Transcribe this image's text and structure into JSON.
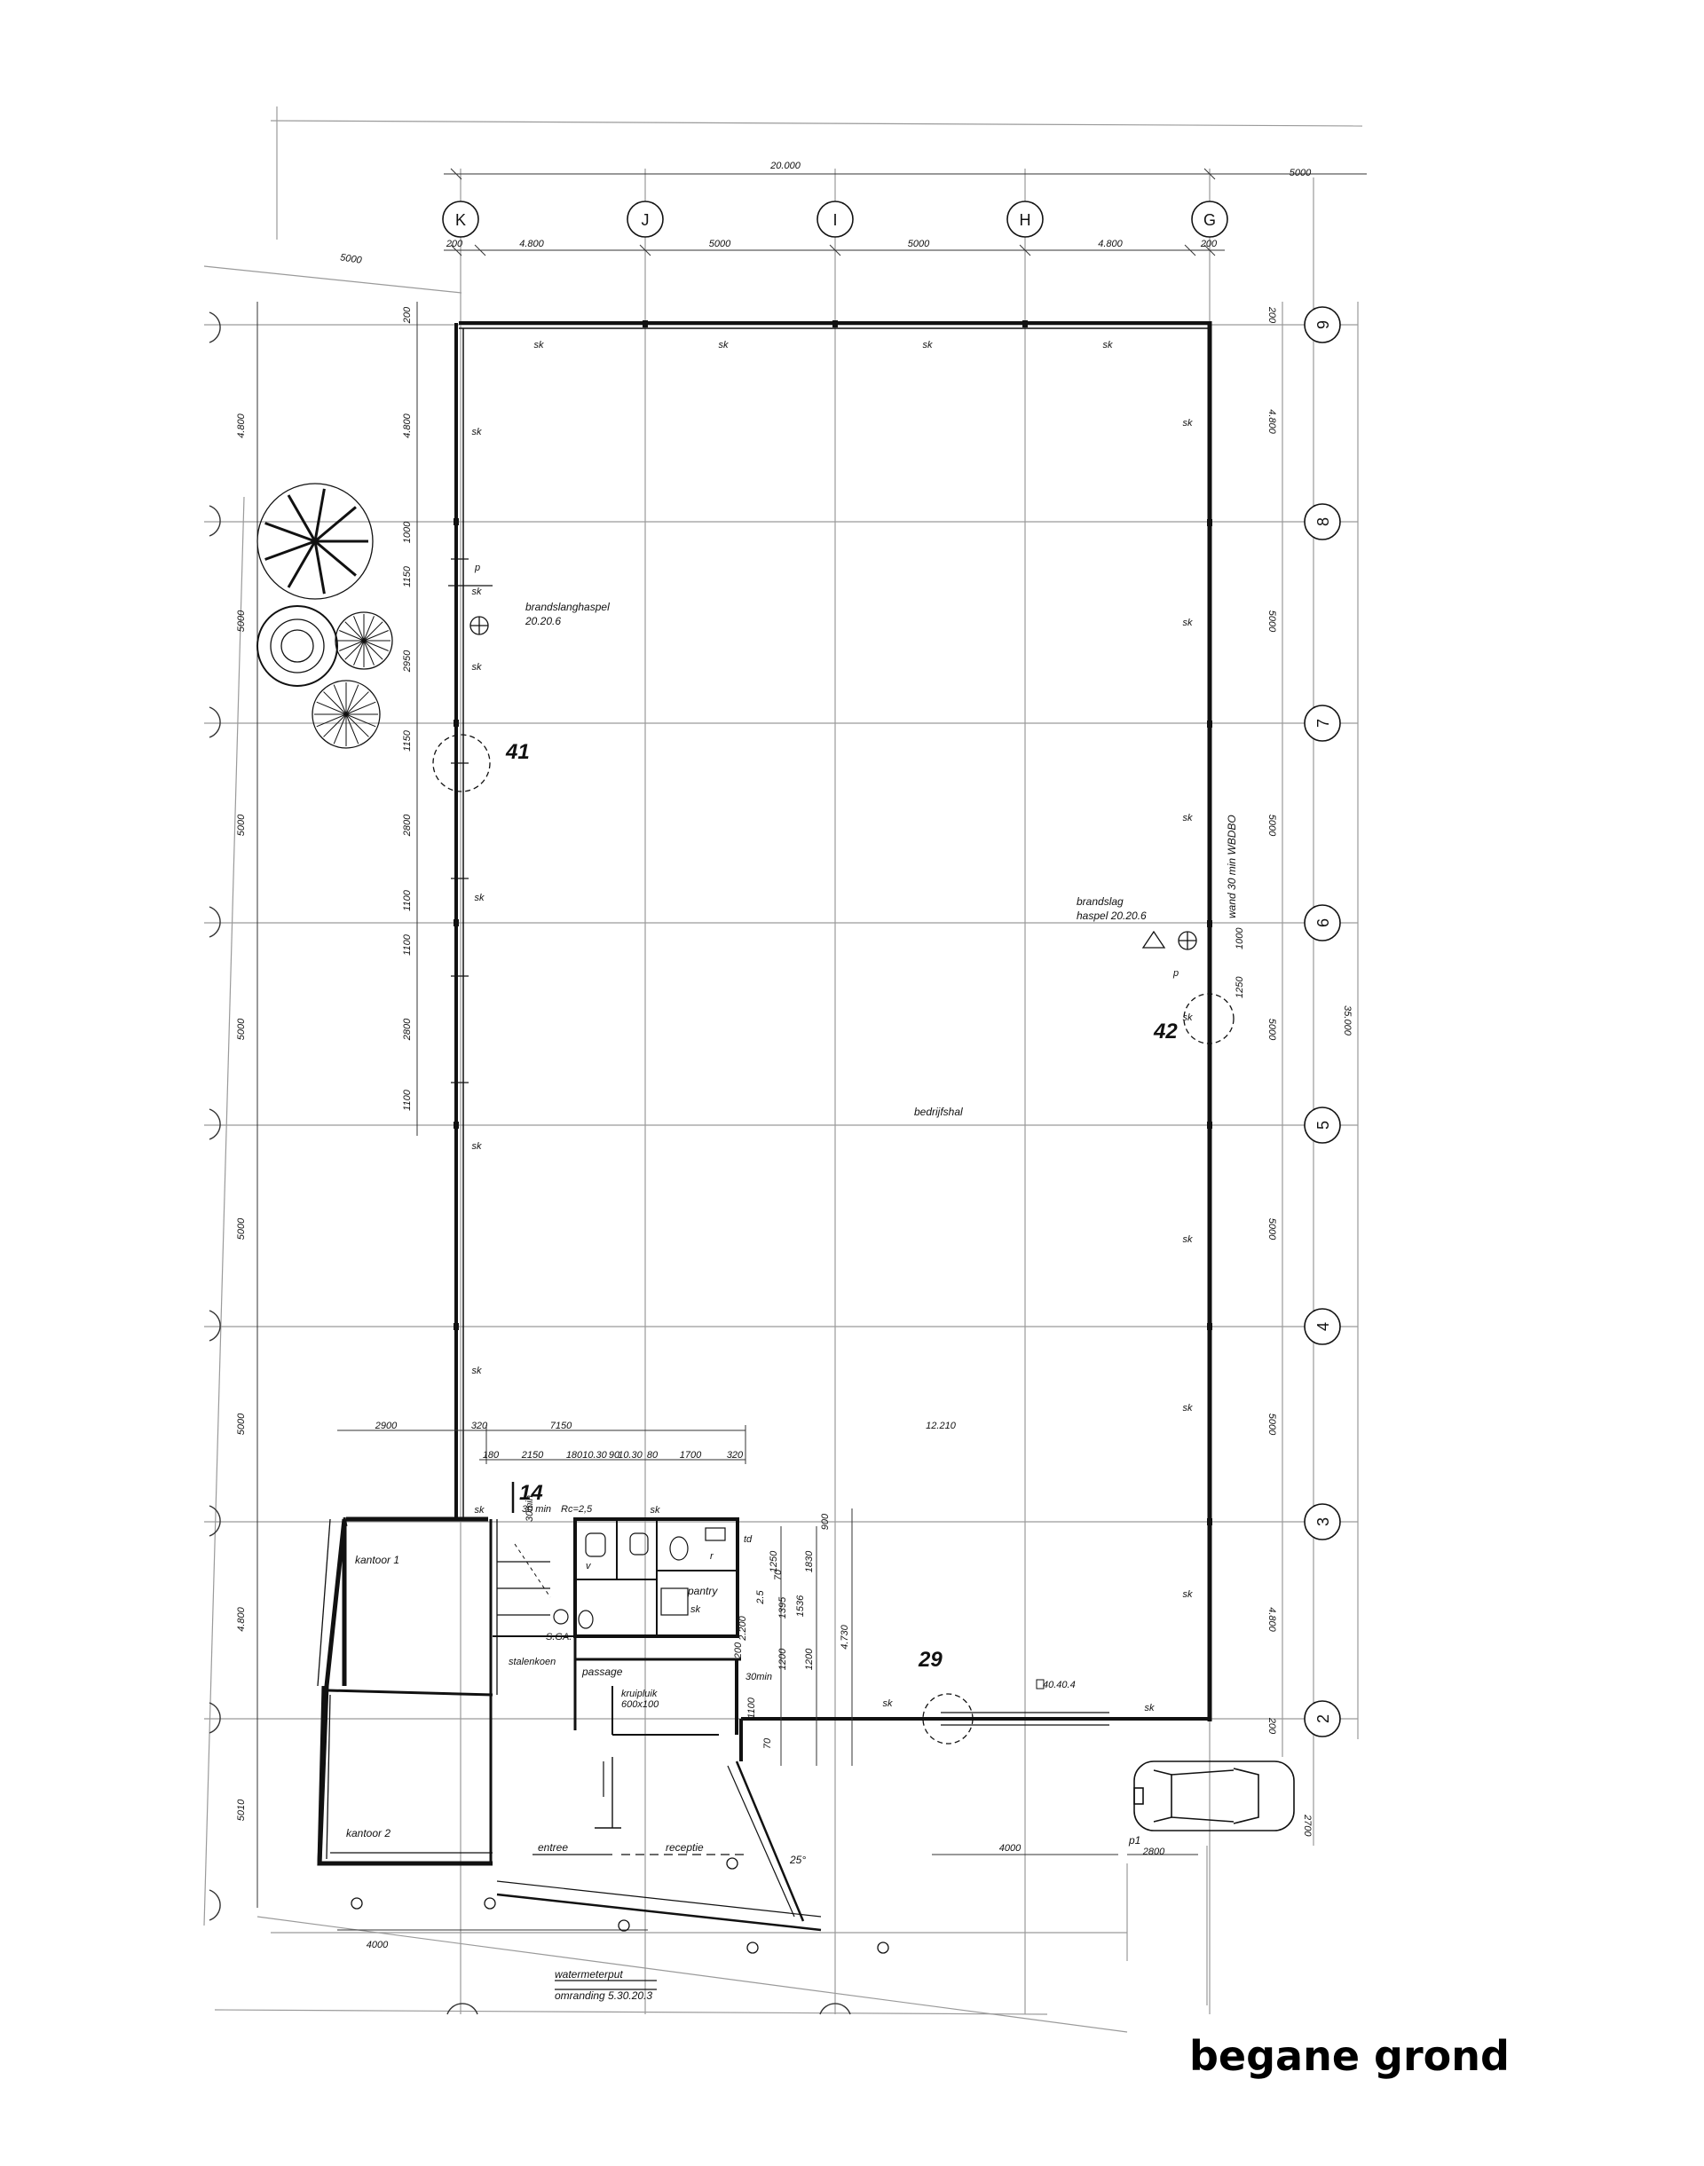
{
  "caption": "begane grond",
  "colors": {
    "ink": "#111111",
    "grid": "#9a9a9a",
    "paper": "#ffffff"
  },
  "axes_columns": [
    {
      "id": "col-K",
      "label": "K"
    },
    {
      "id": "col-J",
      "label": "J"
    },
    {
      "id": "col-I",
      "label": "I"
    },
    {
      "id": "col-H",
      "label": "H"
    },
    {
      "id": "col-G",
      "label": "G"
    }
  ],
  "axes_rows": [
    {
      "id": "row-9",
      "label": "9"
    },
    {
      "id": "row-8",
      "label": "8"
    },
    {
      "id": "row-7",
      "label": "7"
    },
    {
      "id": "row-6",
      "label": "6"
    },
    {
      "id": "row-5",
      "label": "5"
    },
    {
      "id": "row-4",
      "label": "4"
    },
    {
      "id": "row-3",
      "label": "3"
    },
    {
      "id": "row-2",
      "label": "2"
    }
  ],
  "dimensions_top": {
    "total": "20.000",
    "side": "5000",
    "left_offset": "5000",
    "segments": [
      "200",
      "4.800",
      "5000",
      "5000",
      "4.800",
      "200"
    ]
  },
  "dimensions_left": [
    "200",
    "4.800",
    "1000",
    "1150",
    "2950",
    "1150",
    "2800",
    "1100",
    "1100",
    "2800",
    "1100"
  ],
  "dimensions_left_outer": [
    "4.800",
    "5000",
    "5000",
    "5000",
    "5000",
    "5000",
    "4.800",
    "5010"
  ],
  "dimensions_right": [
    "200",
    "4.800",
    "5000",
    "5000",
    "5000",
    "5000",
    "5000",
    "4.800",
    "200"
  ],
  "dimension_right_total": "35.000",
  "dimensions_office": [
    "2900",
    "320",
    "7150",
    "12.210"
  ],
  "dimensions_office_detail": [
    "180",
    "2150",
    "180",
    "10.30",
    "90",
    "10.30",
    "80",
    "1700",
    "320"
  ],
  "dimensions_bottom": [
    "4000",
    "4000",
    "2800"
  ],
  "marks": {
    "m41": "41",
    "m42": "42",
    "m14": "14",
    "m29": "29"
  },
  "labels": {
    "hall": "bedrijfshal",
    "hose_left": "brandslanghaspel",
    "hose_left_code": "20.20.6",
    "hose_right": "brandslag",
    "hose_right_code": "haspel 20.20.6",
    "wall_right": "wand 30 min WBDBO",
    "kantoor1": "kantoor 1",
    "kantoor2": "kantoor 2",
    "pantry": "pantry",
    "passage": "passage",
    "entree": "entree",
    "receptie": "receptie",
    "kruipluik": "kruipluik",
    "kruipluik_size": "600x100",
    "fire_rating": "30 min",
    "rc": "Rc=2,5",
    "angle": "25°",
    "watermeterput": "watermeterput",
    "omranding": "omranding 5.30.20.3",
    "door_code": "40.40.4",
    "parking": "p1",
    "p_mark": "p",
    "sk": "sk",
    "td": "td",
    "r": "r",
    "v": "v",
    "sga": "S.GA.",
    "stalen": "stalenkoen",
    "min30": "30min",
    "dims_small": [
      "1250",
      "1830",
      "1536",
      "4.730",
      "1395",
      "1200",
      "1200",
      "900",
      "1100",
      "70",
      "70"
    ],
    "dims_near_stair": [
      "2.200",
      "2.5",
      "200",
      "30min"
    ],
    "dim_1000": "1000",
    "dim_1250": "1250",
    "dim_2700": "2700"
  }
}
